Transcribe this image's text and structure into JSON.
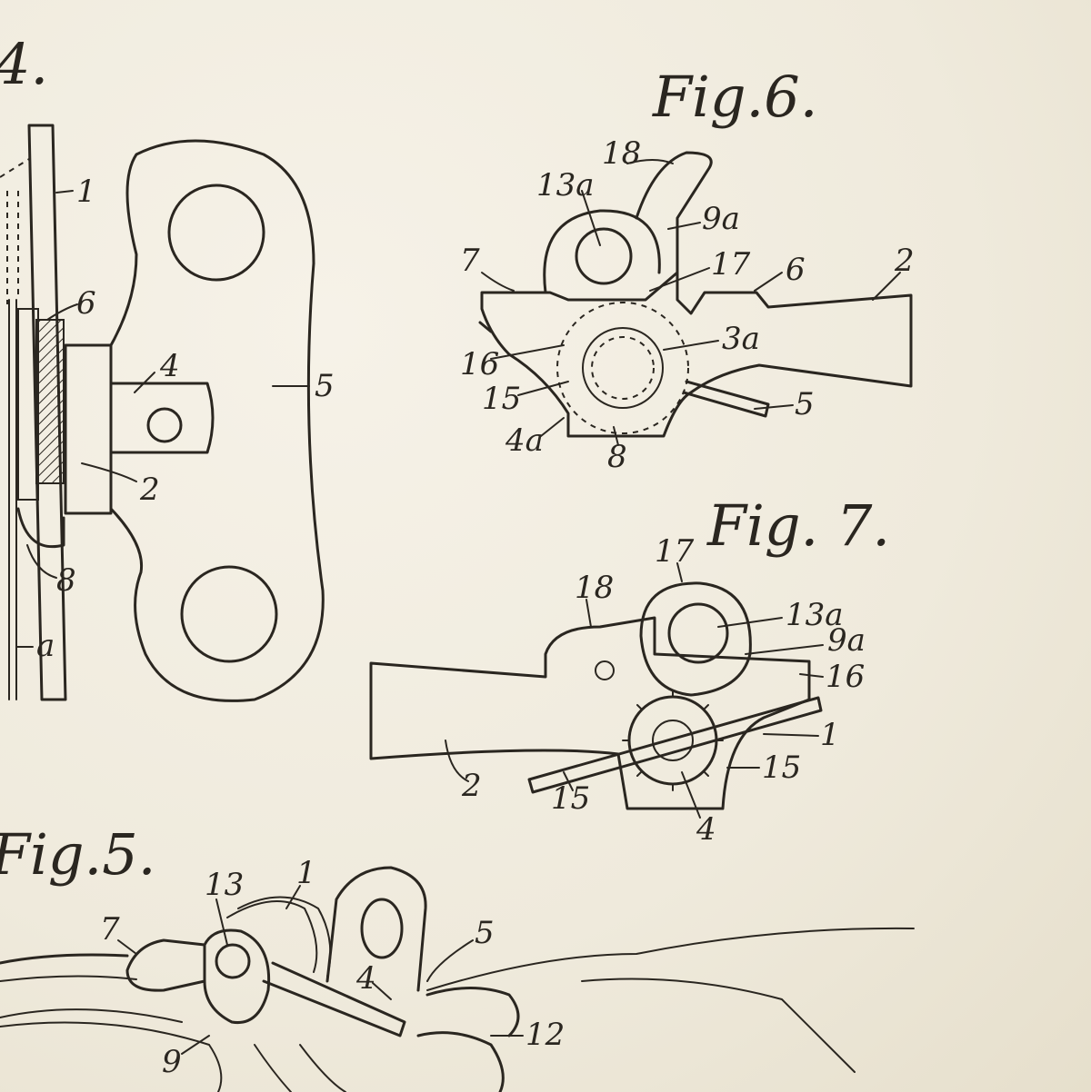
{
  "figures": {
    "fig4": {
      "title": "4."
    },
    "fig5": {
      "title": "Fig.5."
    },
    "fig6": {
      "title": "Fig.6."
    },
    "fig7": {
      "title": "Fig. 7."
    }
  },
  "labels": {
    "fig4": [
      "1",
      "6",
      "4",
      "5",
      "2",
      "8",
      "a"
    ],
    "fig6": [
      "18",
      "13a",
      "9a",
      "7",
      "17",
      "6",
      "2",
      "3a",
      "16",
      "15",
      "5",
      "4a",
      "8"
    ],
    "fig7": [
      "17",
      "18",
      "13a",
      "9a",
      "16",
      "1",
      "15",
      "2",
      "15",
      "4"
    ],
    "fig5": [
      "13",
      "1",
      "7",
      "5",
      "4",
      "12",
      "9"
    ]
  },
  "colors": {
    "paper": "#f1ede2",
    "ink": "#2a2620"
  }
}
